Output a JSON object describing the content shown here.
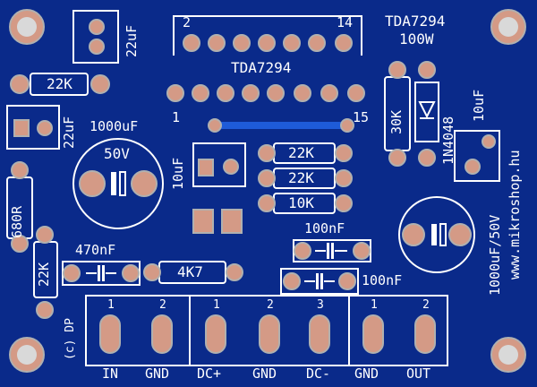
{
  "chip": {
    "name_top": "TDA7294",
    "power": "100W",
    "name_mid": "TDA7294",
    "pin_left_top": "2",
    "pin_right_top": "14",
    "pin_left_bottom": "1",
    "pin_right_bottom": "15"
  },
  "components": {
    "c_top_left": "22uF",
    "r_22k_left": "22K",
    "c_22uf_mid_left": "22uF",
    "c_big_left_value": "1000uF",
    "c_big_left_voltage": "50V",
    "c_10uf_center": "10uF",
    "r_22k_a": "22K",
    "r_22k_b": "22K",
    "r_10k": "10K",
    "r_680r": "680R",
    "r_22k_bottom_left": "22K",
    "c_470nf": "470nF",
    "r_4k7": "4K7",
    "c_100nf_a": "100nF",
    "c_100nf_b": "100nF",
    "r_30k": "30K",
    "d_1n4048": "1N4048",
    "c_10uf_right": "10uF",
    "c_big_right": "1000uF/50V",
    "website": "www.mikroshop.hu",
    "copyright": "(c) DP"
  },
  "connectors": {
    "in_pins": [
      "1",
      "2"
    ],
    "dc_pins": [
      "1",
      "2",
      "3"
    ],
    "out_pins": [
      "1",
      "2"
    ],
    "labels": [
      "IN",
      "GND",
      "DC+",
      "GND",
      "DC-",
      "GND",
      "OUT"
    ]
  },
  "colors": {
    "board": "#0a2a8a",
    "copper": "#d49a86",
    "silk": "#ffffff",
    "jumper": "#1e5bd8"
  }
}
